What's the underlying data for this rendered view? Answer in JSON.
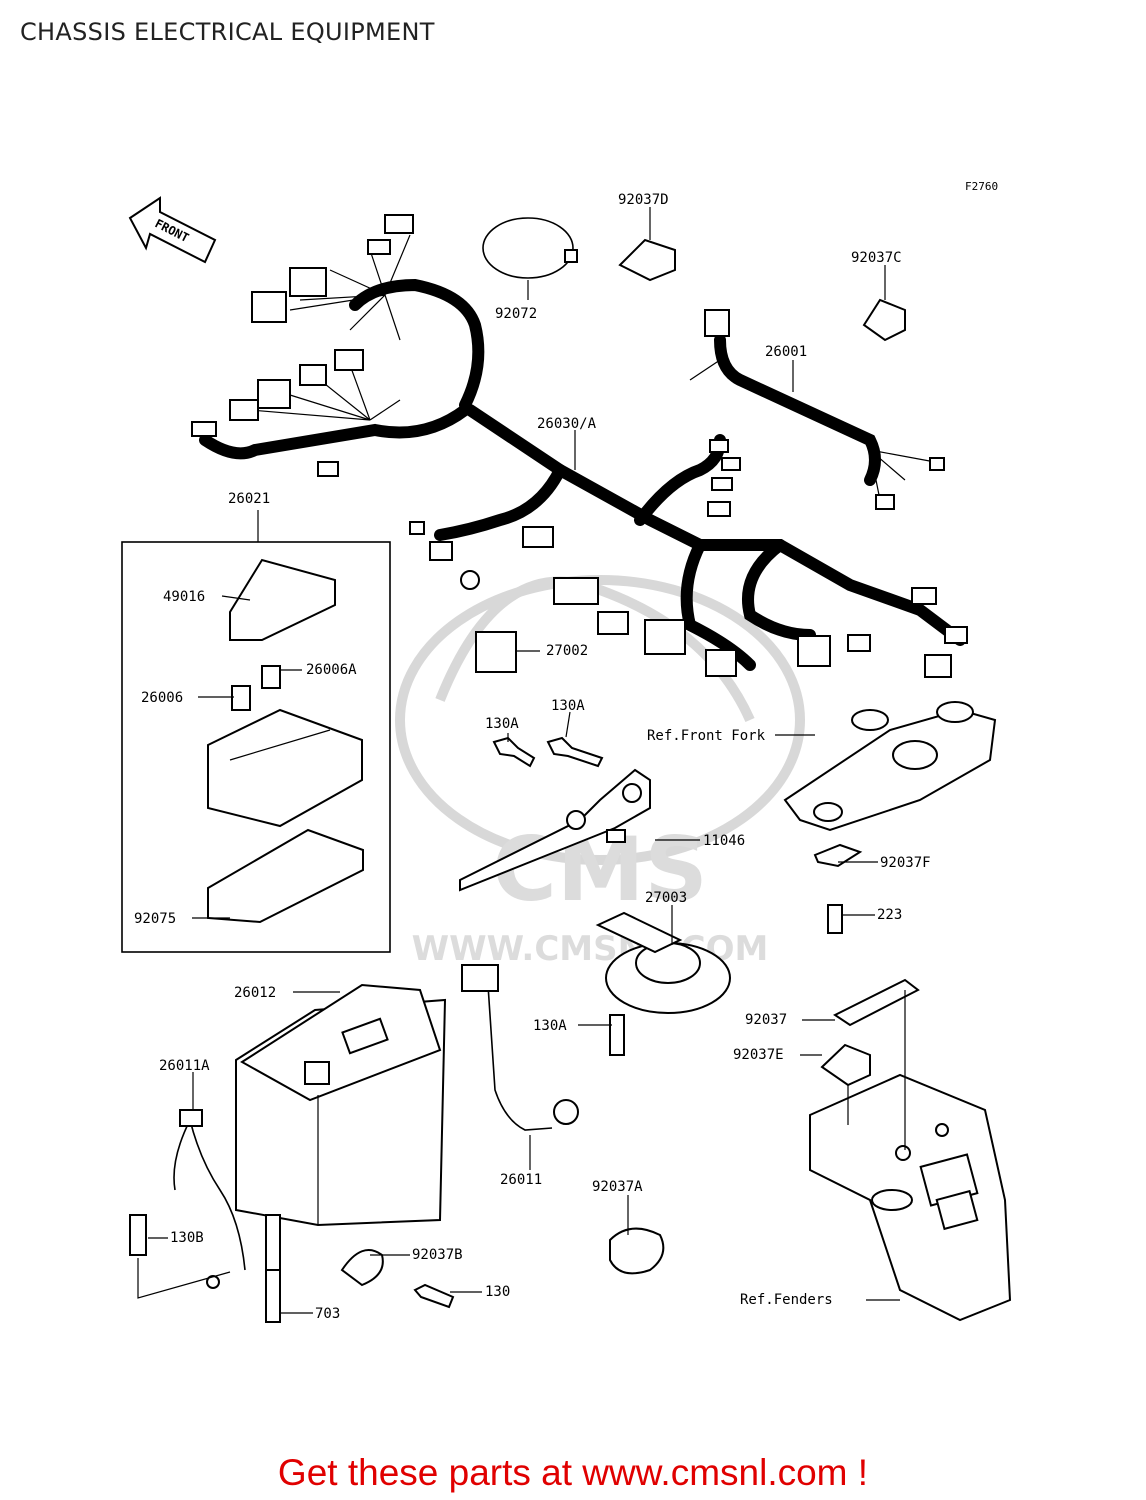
{
  "title": "CHASSIS ELECTRICAL EQUIPMENT",
  "figure_code": "F2760",
  "front_arrow_label": "FRONT",
  "watermark_text": "WWW.CMSNL.COM",
  "watermark_logo": "CMS",
  "colors": {
    "footer": "#e00000",
    "lines": "#000000",
    "watermark": "#d8d8d8"
  },
  "labels": {
    "p92037D": "92037D",
    "p92037C": "92037C",
    "p92072": "92072",
    "p26001": "26001",
    "p26030A": "26030/A",
    "p26021": "26021",
    "p49016": "49016",
    "p26006A": "26006A",
    "p26006": "26006",
    "p27002": "27002",
    "p130A_1": "130A",
    "p130A_2": "130A",
    "ref_front_fork": "Ref.Front Fork",
    "p11046": "11046",
    "p92037F": "92037F",
    "p27003": "27003",
    "p223": "223",
    "p92075": "92075",
    "p26012": "26012",
    "p92037": "92037",
    "p130A_3": "130A",
    "p92037E": "92037E",
    "p26011A": "26011A",
    "p26011": "26011",
    "p92037A": "92037A",
    "p130B": "130B",
    "p92037B": "92037B",
    "p130": "130",
    "p703": "703",
    "ref_fenders": "Ref.Fenders"
  },
  "footer": "Get these parts at www.cmsnl.com !"
}
